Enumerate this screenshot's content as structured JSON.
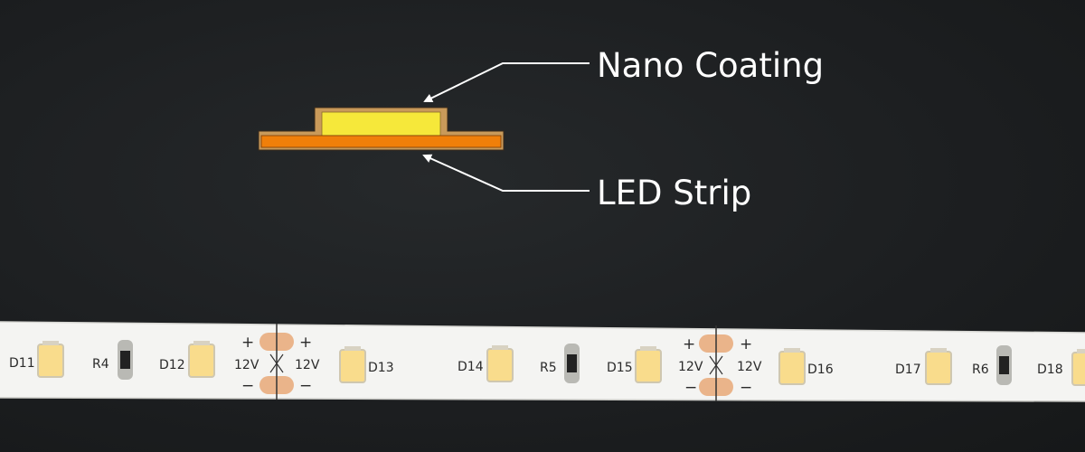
{
  "callouts": {
    "nano_coating": "Nano Coating",
    "led_strip": "LED Strip"
  },
  "colors": {
    "background": "#1c1e20",
    "nano_coating_fill": "#f6e83a",
    "nano_coating_outline": "#c99a5a",
    "led_strip_fill": "#f07f0a",
    "strip_body": "#f4f4f2",
    "led_chip": "#f9dc8c",
    "solder_pad": "#eab48a"
  },
  "strip": {
    "leds": [
      "D11",
      "D12",
      "D13",
      "D14",
      "D15",
      "D16",
      "D17",
      "D18"
    ],
    "resistors": [
      "R4",
      "R5",
      "R6"
    ],
    "cut_points": [
      {
        "plus_left": "+",
        "plus_right": "+",
        "voltage_left": "12V",
        "voltage_right": "12V",
        "minus_left": "−",
        "minus_right": "−"
      },
      {
        "plus_left": "+",
        "plus_right": "+",
        "voltage_left": "12V",
        "voltage_right": "12V",
        "minus_left": "−",
        "minus_right": "−"
      }
    ]
  }
}
